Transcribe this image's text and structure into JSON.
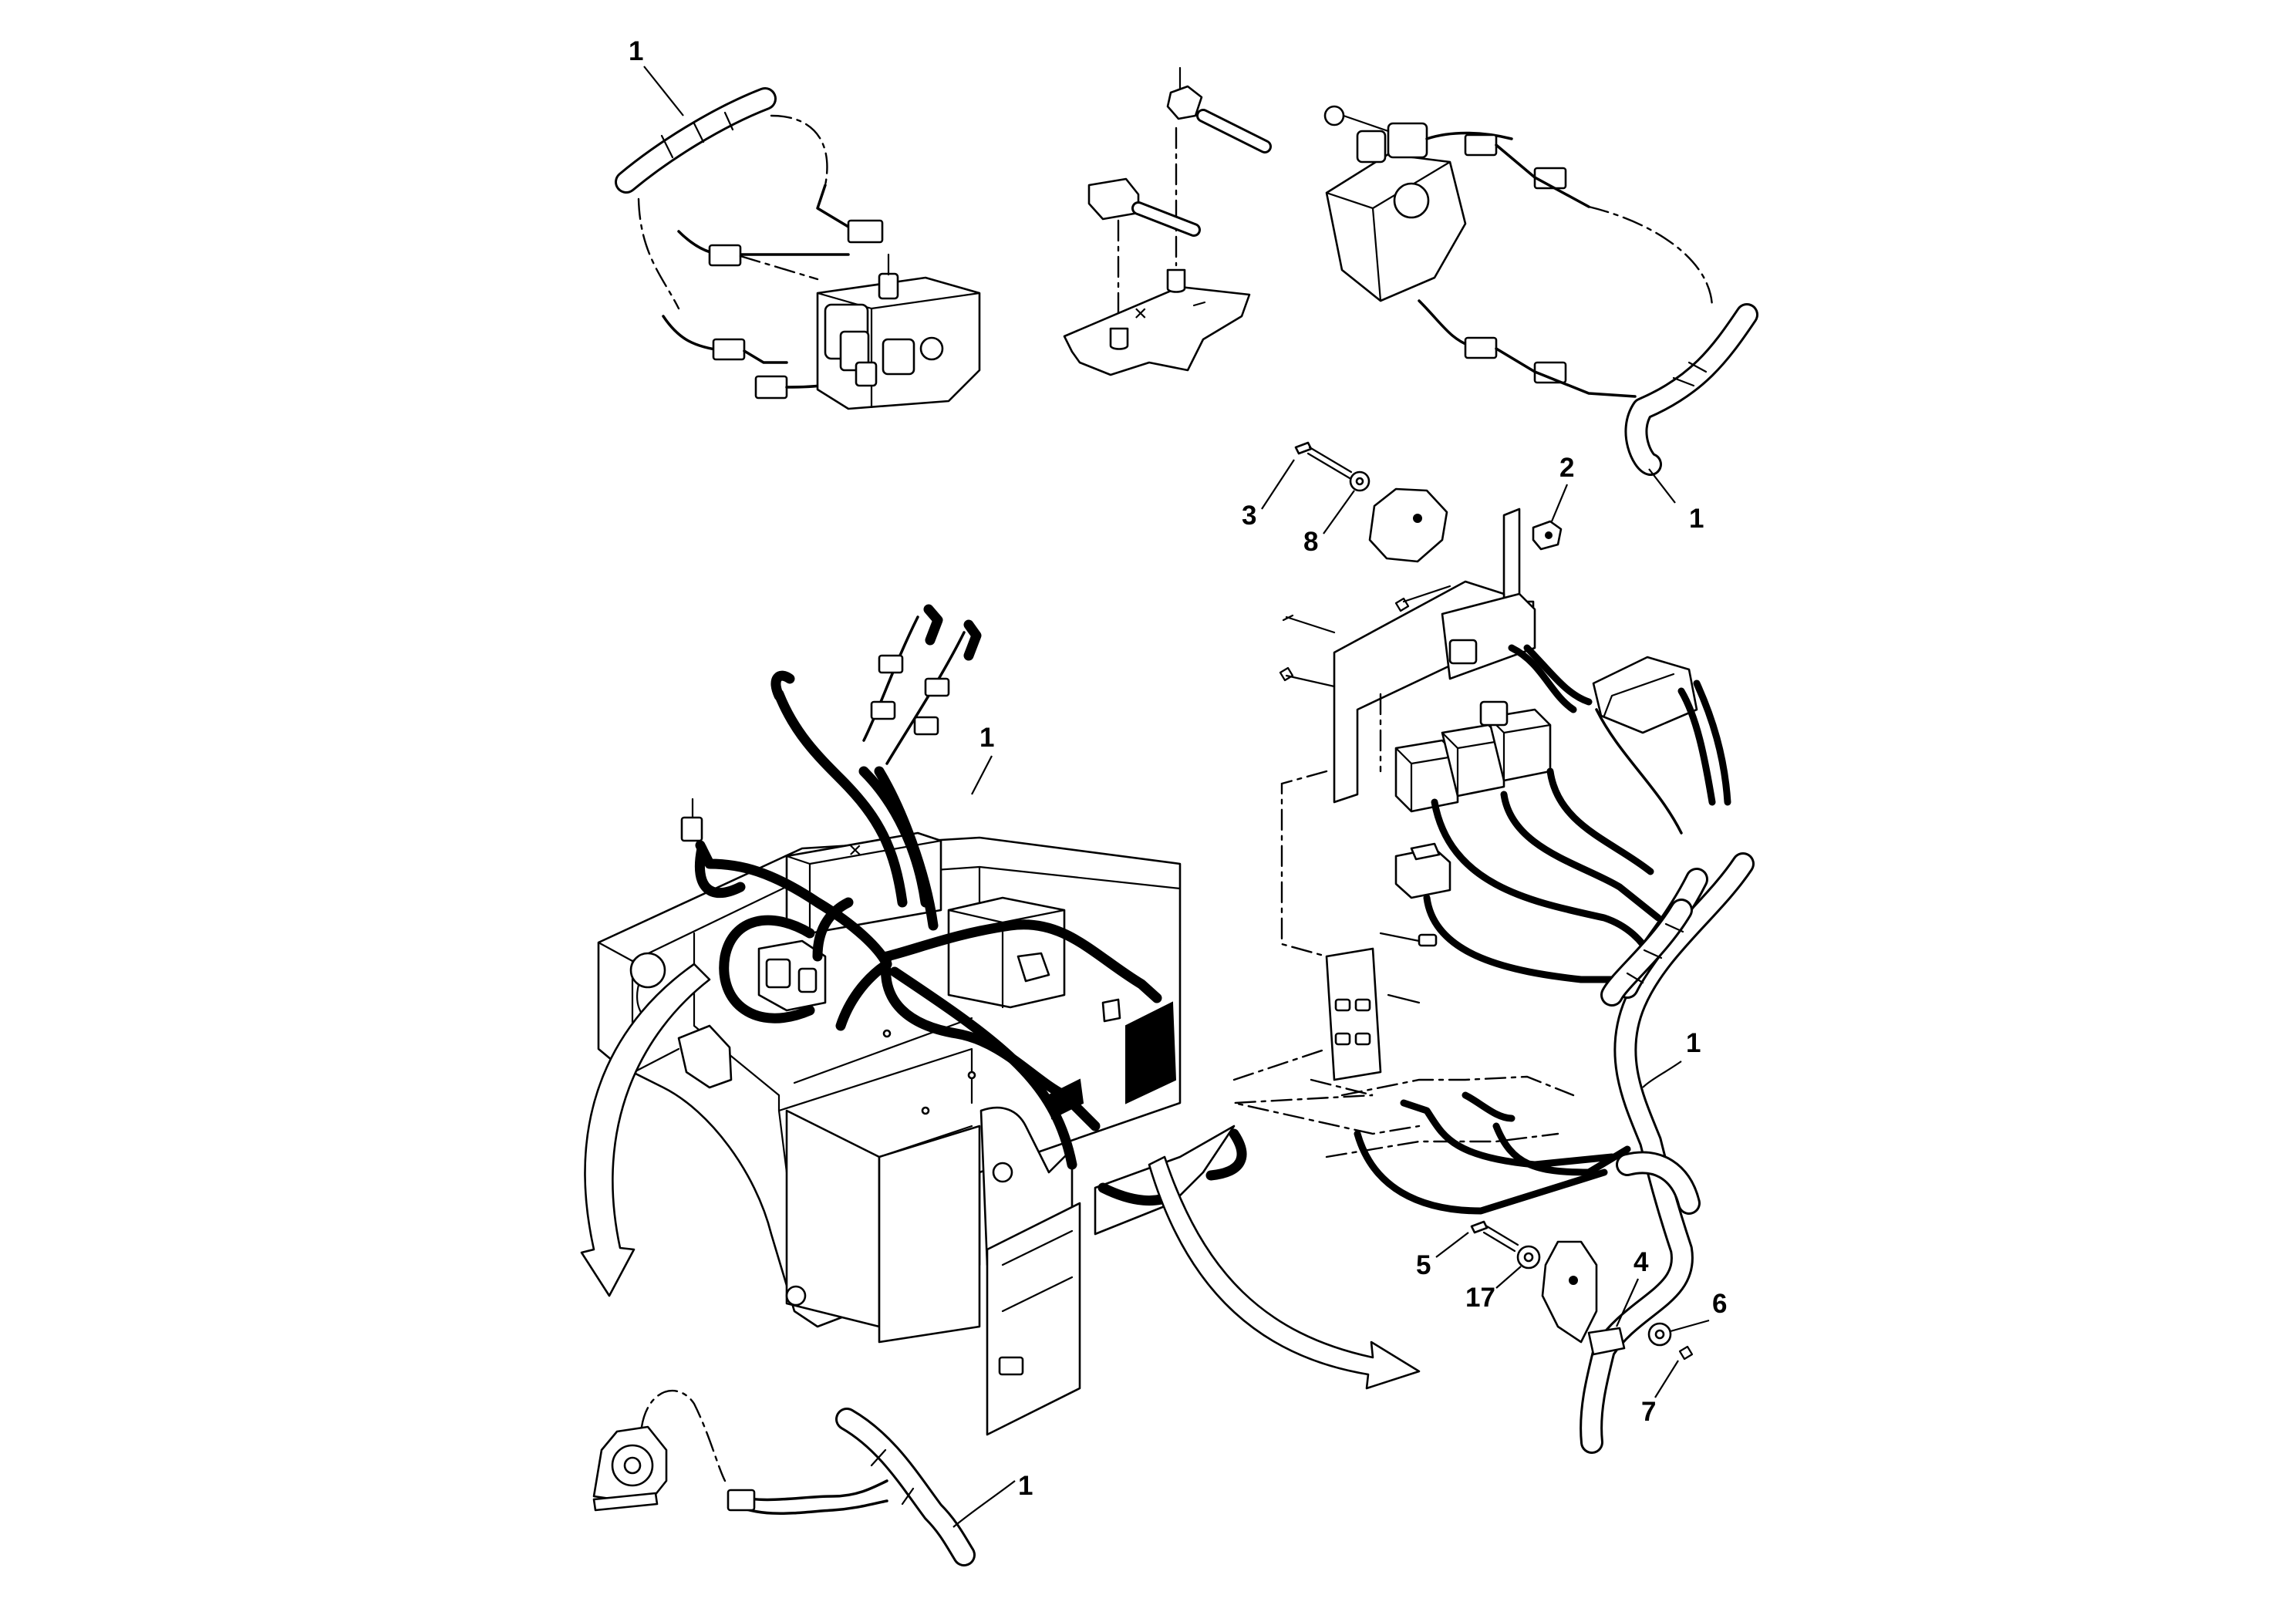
{
  "diagram": {
    "callouts": [
      {
        "id": "c1a",
        "label": "1"
      },
      {
        "id": "c1b",
        "label": "1"
      },
      {
        "id": "c1c",
        "label": "1"
      },
      {
        "id": "c1d",
        "label": "1"
      },
      {
        "id": "c1e",
        "label": "1"
      },
      {
        "id": "c2",
        "label": "2"
      },
      {
        "id": "c3",
        "label": "3"
      },
      {
        "id": "c8",
        "label": "8"
      },
      {
        "id": "c4",
        "label": "4"
      },
      {
        "id": "c5",
        "label": "5"
      },
      {
        "id": "c6",
        "label": "6"
      },
      {
        "id": "c7",
        "label": "7"
      },
      {
        "id": "c17",
        "label": "17"
      }
    ],
    "terminal_marks": {
      "battery_plate": "×",
      "battery_box": "×"
    }
  }
}
